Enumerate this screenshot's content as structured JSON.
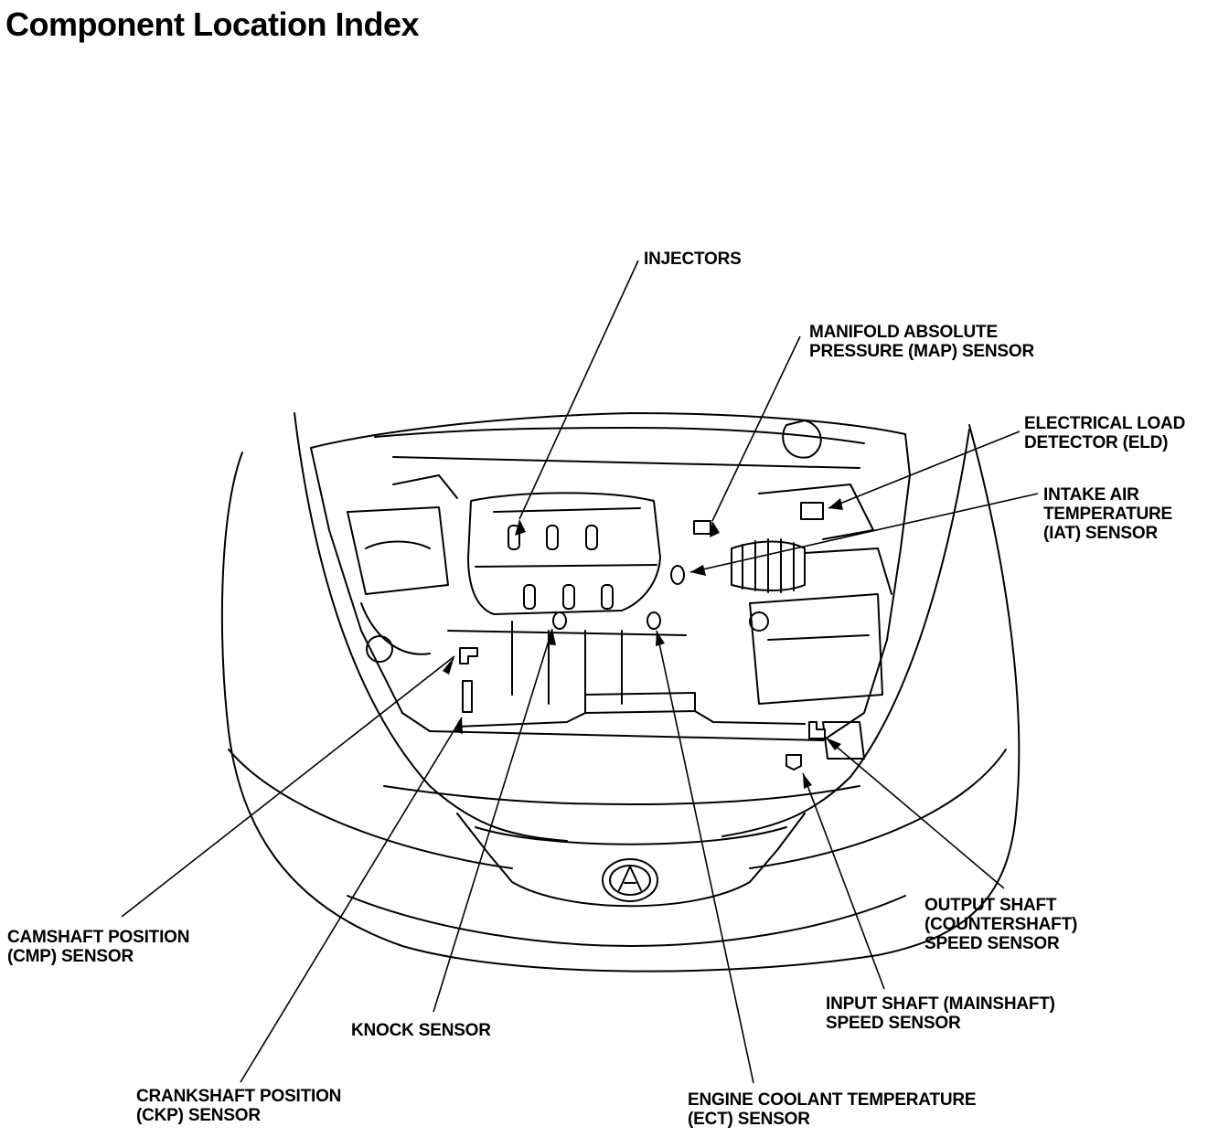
{
  "title": "Component Location Index",
  "labels": {
    "injectors": [
      "INJECTORS"
    ],
    "map_sensor": [
      "MANIFOLD ABSOLUTE",
      "PRESSURE (MAP) SENSOR"
    ],
    "eld": [
      "ELECTRICAL LOAD",
      "DETECTOR (ELD)"
    ],
    "iat_sensor": [
      "INTAKE AIR",
      "TEMPERATURE",
      "(IAT) SENSOR"
    ],
    "cmp_sensor": [
      "CAMSHAFT POSITION",
      "(CMP) SENSOR"
    ],
    "knock_sensor": [
      "KNOCK SENSOR"
    ],
    "ckp_sensor": [
      "CRANKSHAFT POSITION",
      "(CKP) SENSOR"
    ],
    "ect_sensor": [
      "ENGINE COOLANT TEMPERATURE",
      "(ECT) SENSOR"
    ],
    "input_shaft": [
      "INPUT SHAFT (MAINSHAFT)",
      "SPEED SENSOR"
    ],
    "output_shaft": [
      "OUTPUT SHAFT",
      "(COUNTERSHAFT)",
      "SPEED SENSOR"
    ]
  }
}
